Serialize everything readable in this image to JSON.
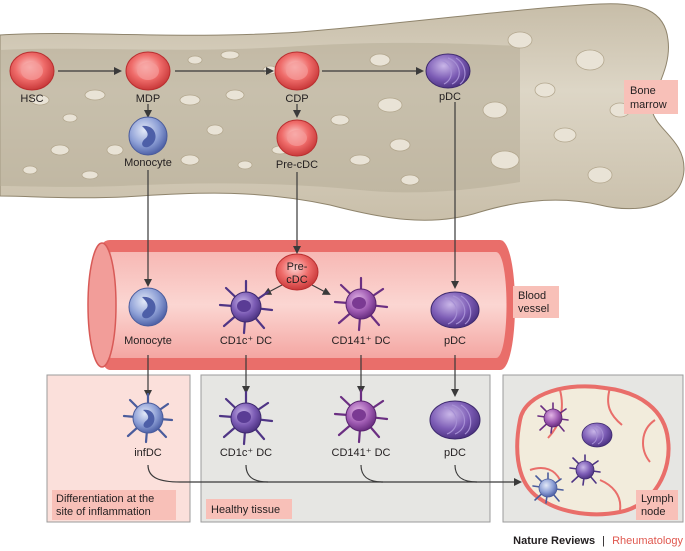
{
  "cells": {
    "hsc": "HSC",
    "mdp": "MDP",
    "cdp": "CDP",
    "pdc_marrow": "pDC",
    "monocyte_marrow": "Monocyte",
    "pre_cdc_marrow": "Pre-cDC",
    "pre_cdc_blood_line1": "Pre-",
    "pre_cdc_blood_line2": "cDC",
    "monocyte_blood": "Monocyte",
    "cd1c_blood": "CD1c⁺ DC",
    "cd141_blood": "CD141⁺ DC",
    "pdc_blood": "pDC",
    "infdc": "infDC",
    "cd1c_tissue": "CD1c⁺ DC",
    "cd141_tissue": "CD141⁺ DC",
    "pdc_tissue": "pDC"
  },
  "compartments": {
    "bone_marrow_line1": "Bone",
    "bone_marrow_line2": "marrow",
    "blood_vessel_line1": "Blood",
    "blood_vessel_line2": "vessel",
    "inflammation_line1": "Differentiation at the",
    "inflammation_line2": "site of inflammation",
    "healthy_tissue": "Healthy tissue",
    "lymph_node_line1": "Lymph",
    "lymph_node_line2": "node"
  },
  "credit": {
    "journal": "Nature Reviews",
    "separator": "|",
    "section": "Rheumatology"
  },
  "colors": {
    "bone": "#d9d2c2",
    "bone_dark": "#9c9078",
    "vessel": "#f6a9a6",
    "vessel_wall": "#e8706d",
    "red_cell": "#ec5f5f",
    "purple_cell": "#7b5fae",
    "monocyte_blue": "#6d85c4",
    "label_box": "#f8c0b8",
    "tissue_box": "#e6e6e3",
    "inflam_box": "#fbe0db",
    "brand_red": "#e0584f"
  }
}
